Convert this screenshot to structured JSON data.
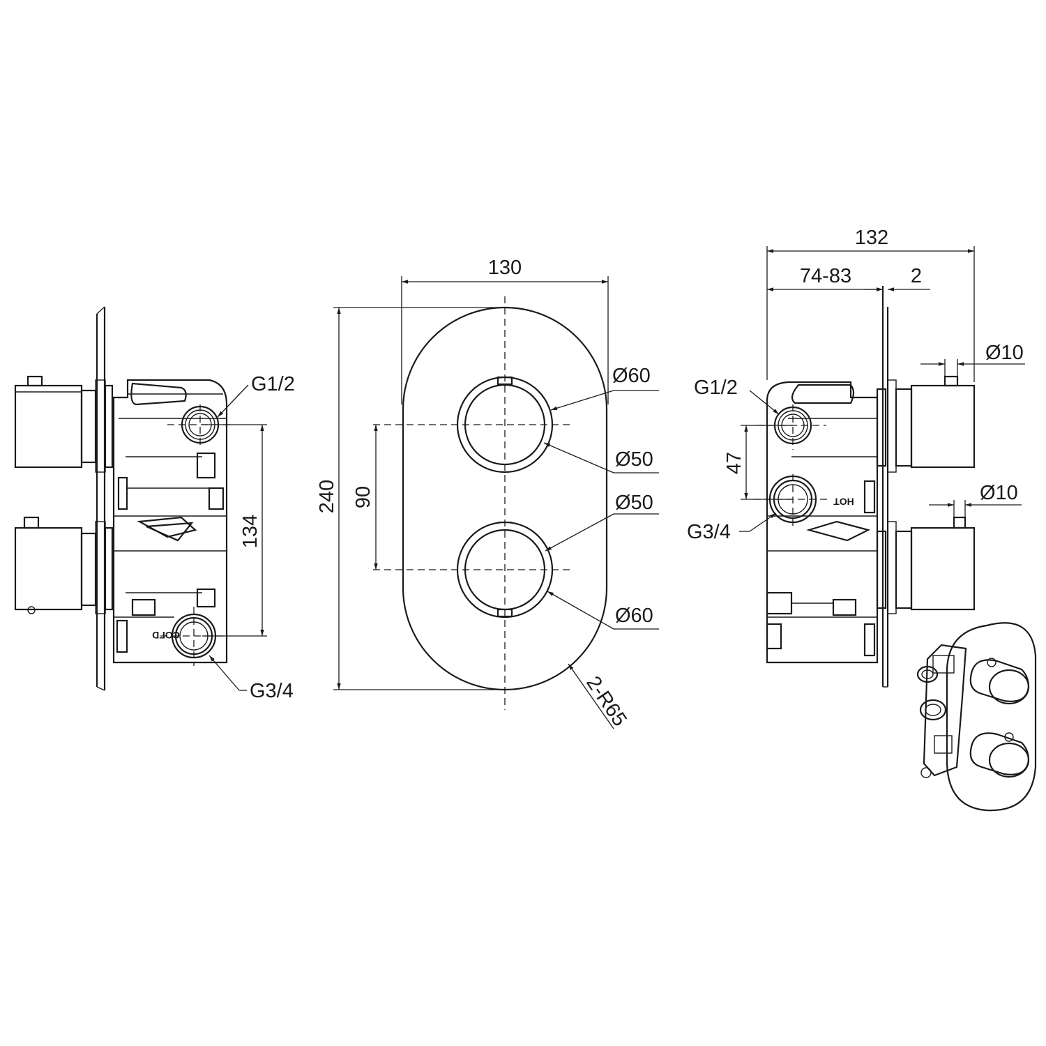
{
  "front_view": {
    "dimensions": {
      "plate_width": "130",
      "plate_height": "240",
      "handle_spacing": "90",
      "outer_dia_top": "Ø60",
      "inner_dia_top": "Ø50",
      "inner_dia_bottom": "Ø50",
      "outer_dia_bottom": "Ø60",
      "corner_radius": "2-R65"
    }
  },
  "left_side_view": {
    "thread_top": "G1/2",
    "thread_bottom": "G3/4",
    "port_spacing": "134",
    "port_label": "COLD"
  },
  "right_side_view": {
    "overall_depth": "132",
    "body_depth": "74-83",
    "plate_thickness": "2",
    "thread_top": "G1/2",
    "thread_bottom": "G3/4",
    "port_spacing": "47",
    "knob_dia_top": "Ø10",
    "knob_dia_bottom": "Ø10",
    "port_label": "HOT"
  },
  "colors": {
    "line": "#1a1a1a",
    "background": "#ffffff"
  }
}
